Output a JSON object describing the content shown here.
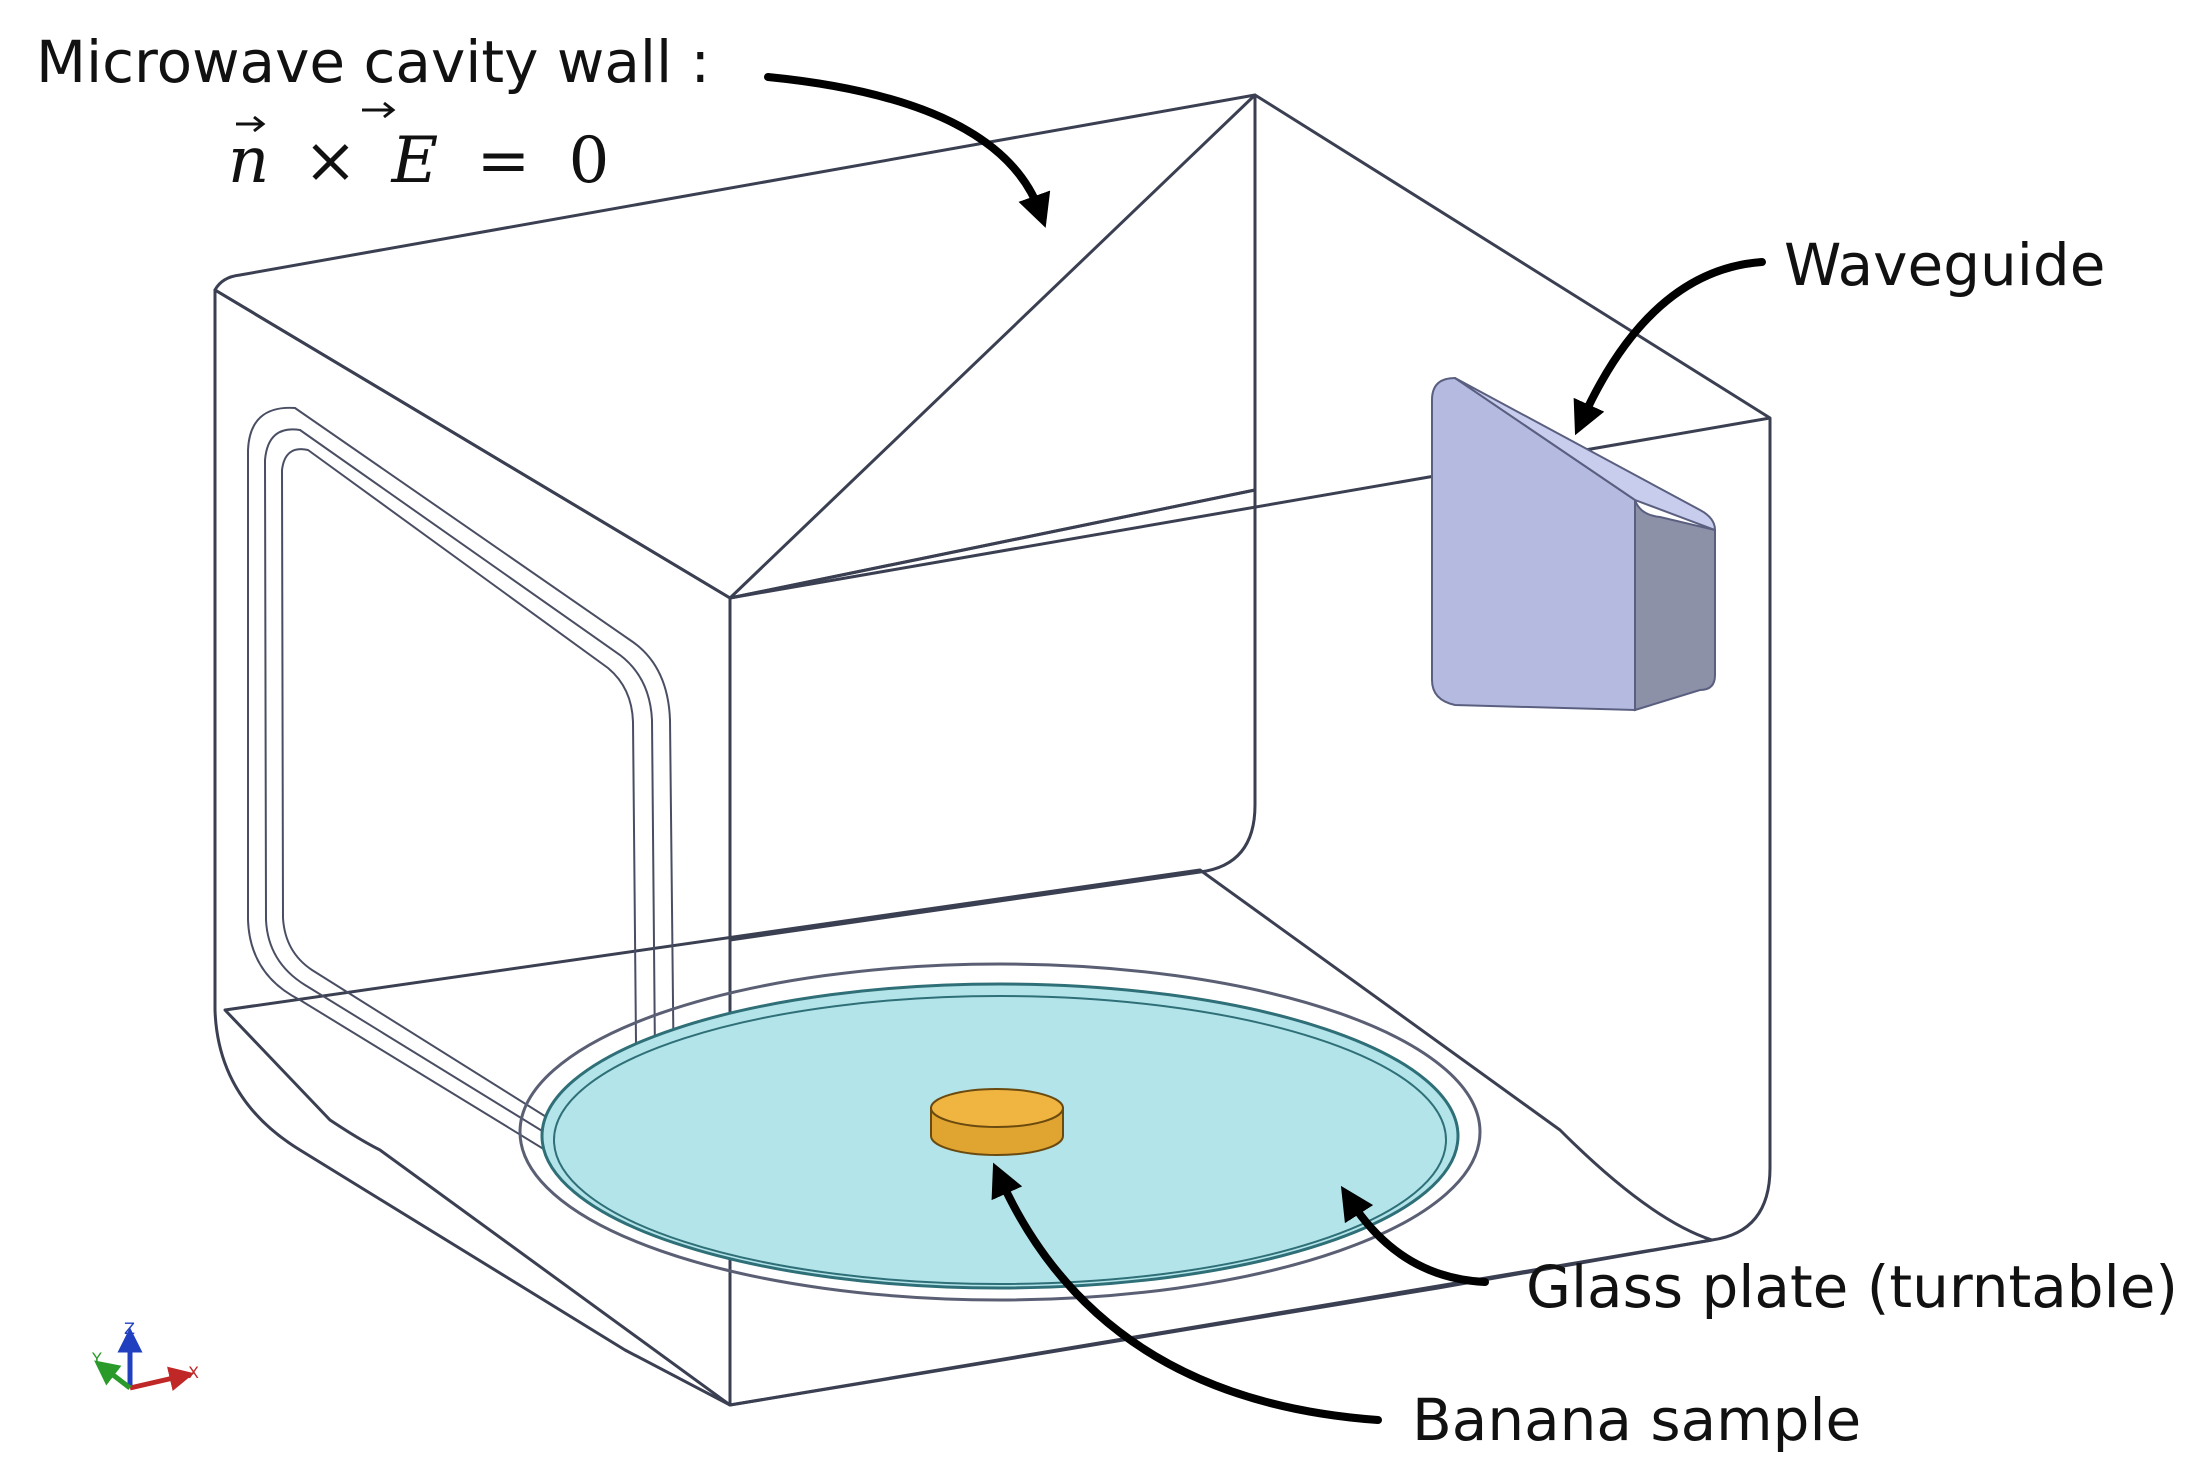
{
  "labels": {
    "cavity_wall": "Microwave cavity wall :",
    "boundary_condition": "n × E = 0",
    "waveguide": "Waveguide",
    "glass_plate": "Glass plate (turntable)",
    "banana_sample": "Banana sample"
  },
  "equation": {
    "n": "n",
    "times": "×",
    "E": "E",
    "equals": "=",
    "zero": "0"
  },
  "axes": {
    "x": "X",
    "y": "Y",
    "z": "Z"
  },
  "colors": {
    "cavity_back": "#a9aebd",
    "cavity_top": "#b8bccb",
    "cavity_right": "#d3d7e8",
    "cavity_floor": "#d9dcec",
    "waveguide": "#b5bbe0",
    "waveguide_side": "#8c91a8",
    "glass_plate": "#b3e4e9",
    "banana": "#f0b440"
  }
}
